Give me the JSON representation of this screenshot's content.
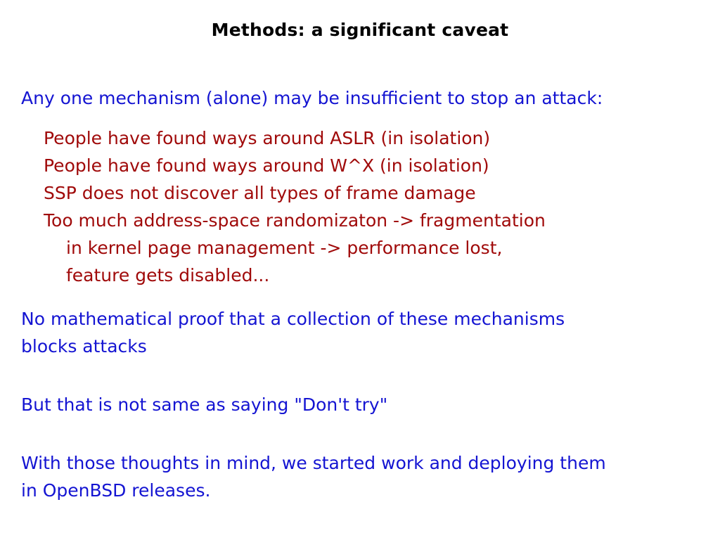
{
  "slide": {
    "title": "Methods: a significant caveat",
    "intro": "Any one mechanism (alone) may be insufficient to stop an attack:",
    "bullets": [
      "People have found ways around ASLR (in isolation)",
      "People have found ways around W^X (in isolation)",
      "SSP does not discover all types of  frame damage",
      "Too much address-space randomizaton -> fragmentation",
      "in kernel page management -> performance lost,",
      "feature gets disabled..."
    ],
    "paragraph1": [
      "No mathematical proof that a collection of these mechanisms",
      "blocks attacks"
    ],
    "paragraph2": "But that is not same as saying \"Don't try\"",
    "paragraph3": [
      "With those thoughts in mind, we started work and deploying them",
      "in OpenBSD releases."
    ],
    "colors": {
      "title": "#000000",
      "blue_text": "#1414d2",
      "red_text": "#a00a0a",
      "background": "#ffffff"
    }
  }
}
